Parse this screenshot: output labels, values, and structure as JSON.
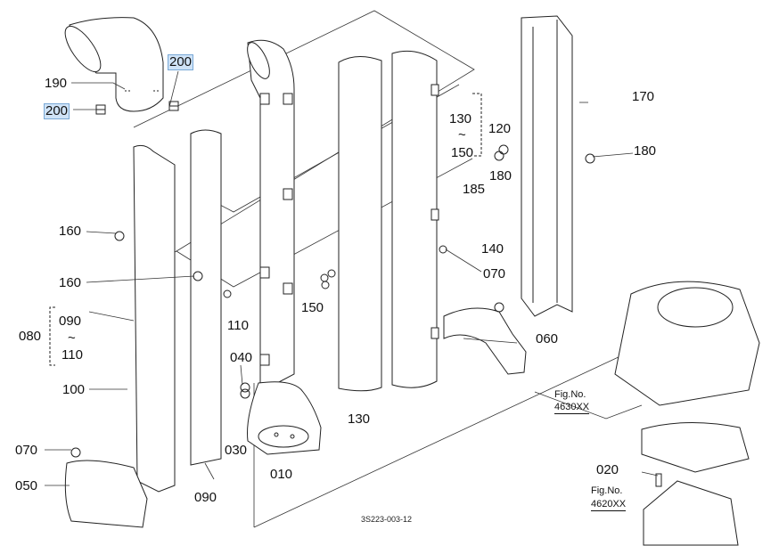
{
  "diagram": {
    "drawing_code": "3S223-003-12",
    "parts": {
      "p190": "190",
      "p200a": "200",
      "p200b": "200",
      "p160a": "160",
      "p160b": "160",
      "p080": "080",
      "p090r": "090",
      "p110r": "110",
      "p110": "110",
      "p100": "100",
      "p070a": "070",
      "p050": "050",
      "p090": "090",
      "p030": "030",
      "p040": "040",
      "p010": "010",
      "p150": "150",
      "p130": "130",
      "p130r": "130",
      "p150r": "150",
      "p120": "120",
      "p185": "185",
      "p180a": "180",
      "p170": "170",
      "p180b": "180",
      "p140": "140",
      "p070b": "070",
      "p060": "060",
      "p020": "020",
      "tilde1": "~",
      "tilde2": "~"
    },
    "figrefs": {
      "fig1_label": "Fig.No.",
      "fig1_no": "4630XX",
      "fig2_label": "Fig.No.",
      "fig2_no": "4620XX"
    },
    "highlight_color": "#cfe3f7"
  }
}
